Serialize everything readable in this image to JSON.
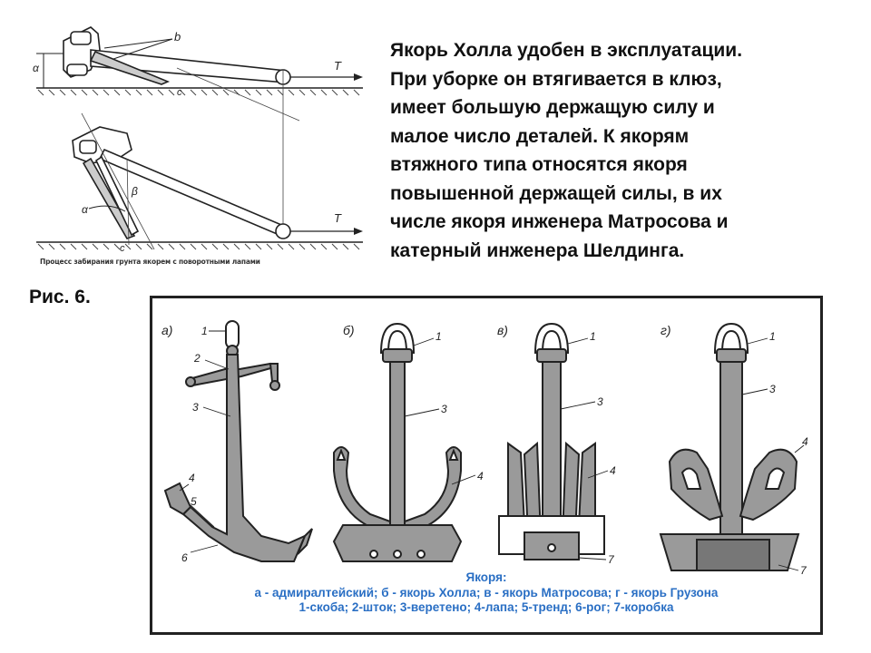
{
  "main_text": {
    "lines": [
      "Якорь Холла удобен в эксплуатации.",
      "При уборке он втягивается в клюз,",
      "имеет большую держащую силу и",
      "малое число деталей. К якорям",
      "втяжного типа относятся якоря",
      "повышенной держащей силы, в их",
      "числе якоря инженера Матросова и",
      "катерный инженера Шелдинга."
    ]
  },
  "top_figure": {
    "caption": "Процесс забирания грунта якорем с поворотными лапами",
    "labels": {
      "b": "b",
      "alpha": "α",
      "c": "c",
      "t": "T",
      "beta": "β"
    }
  },
  "figure_label": "Рис. 6.",
  "panel": {
    "sub_labels": [
      "а)",
      "б)",
      "в)",
      "г)"
    ],
    "parts": {
      "n1": "1",
      "n2": "2",
      "n3": "3",
      "n4": "4",
      "n5": "5",
      "n6": "6",
      "n7": "7"
    },
    "legend": {
      "title": "Якоря:",
      "line1": "а - адмиралтейский; б - якорь Холла; в - якорь Матросова; г - якорь Грузона",
      "line2": "1-скоба; 2-шток; 3-веретено; 4-лапа; 5-тренд; 6-рог; 7-коробка"
    }
  },
  "colors": {
    "text": "#111111",
    "legend": "#2a6fc4",
    "fill": "#9a9a9a",
    "stroke": "#222222"
  }
}
